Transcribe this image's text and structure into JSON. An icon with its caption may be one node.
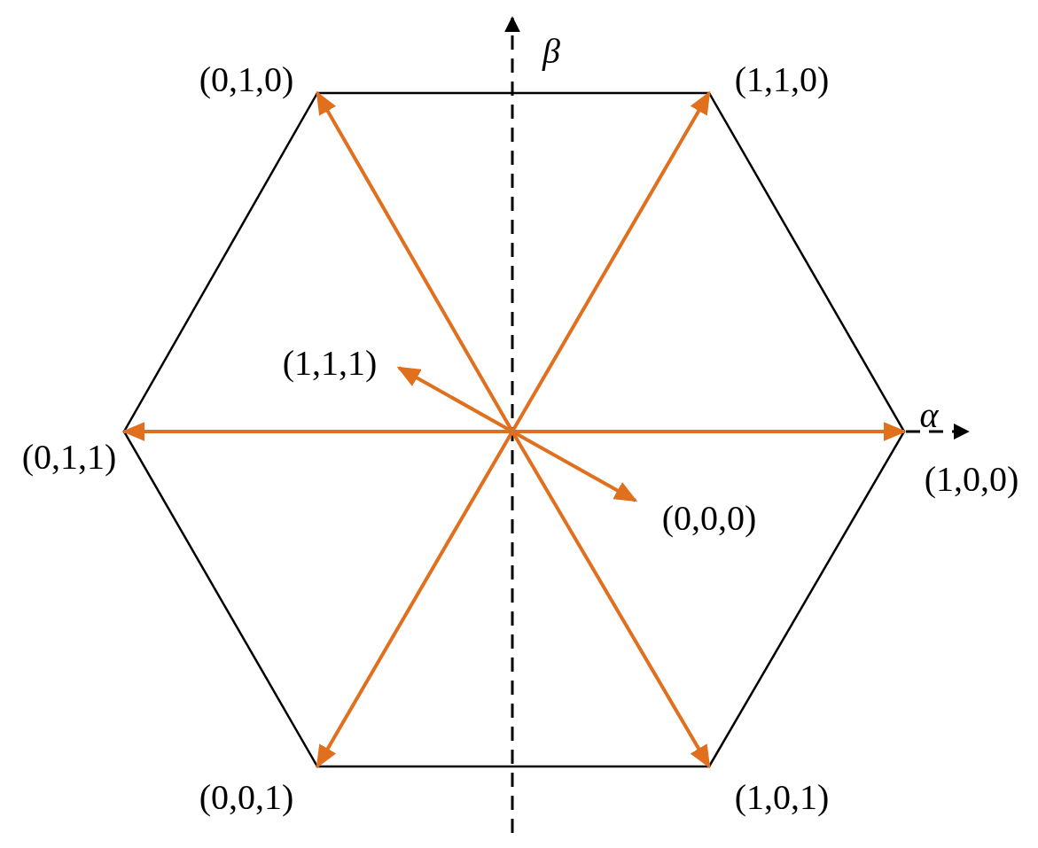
{
  "diagram": {
    "nodes": [
      {
        "text": [
          "(0,1,0)"
        ]
      },
      {
        "text": [
          "(1,1,0)"
        ]
      },
      {
        "text": [
          "(1,1,1)"
        ]
      },
      {
        "text": [
          "(0,1,1)"
        ]
      },
      {
        "text": [
          "(1,0,0)"
        ]
      },
      {
        "text": [
          "(0,0,0)"
        ]
      },
      {
        "text": [
          "(0,0,1)"
        ]
      },
      {
        "text": [
          "(1,0,1)"
        ]
      }
    ],
    "edges": [
      {
        "from": null,
        "to": 0,
        "arrow": "to"
      },
      {
        "from": null,
        "to": 1,
        "arrow": "to"
      },
      {
        "from": null,
        "to": 2,
        "arrow": "to"
      },
      {
        "from": null,
        "to": 3,
        "arrow": "to"
      },
      {
        "from": null,
        "to": 4,
        "arrow": "to"
      },
      {
        "from": null,
        "to": 5,
        "arrow": "to"
      },
      {
        "from": null,
        "to": 6,
        "arrow": "to"
      },
      {
        "from": null,
        "to": 7,
        "arrow": "to"
      }
    ],
    "labels": [
      "β",
      "α"
    ]
  }
}
